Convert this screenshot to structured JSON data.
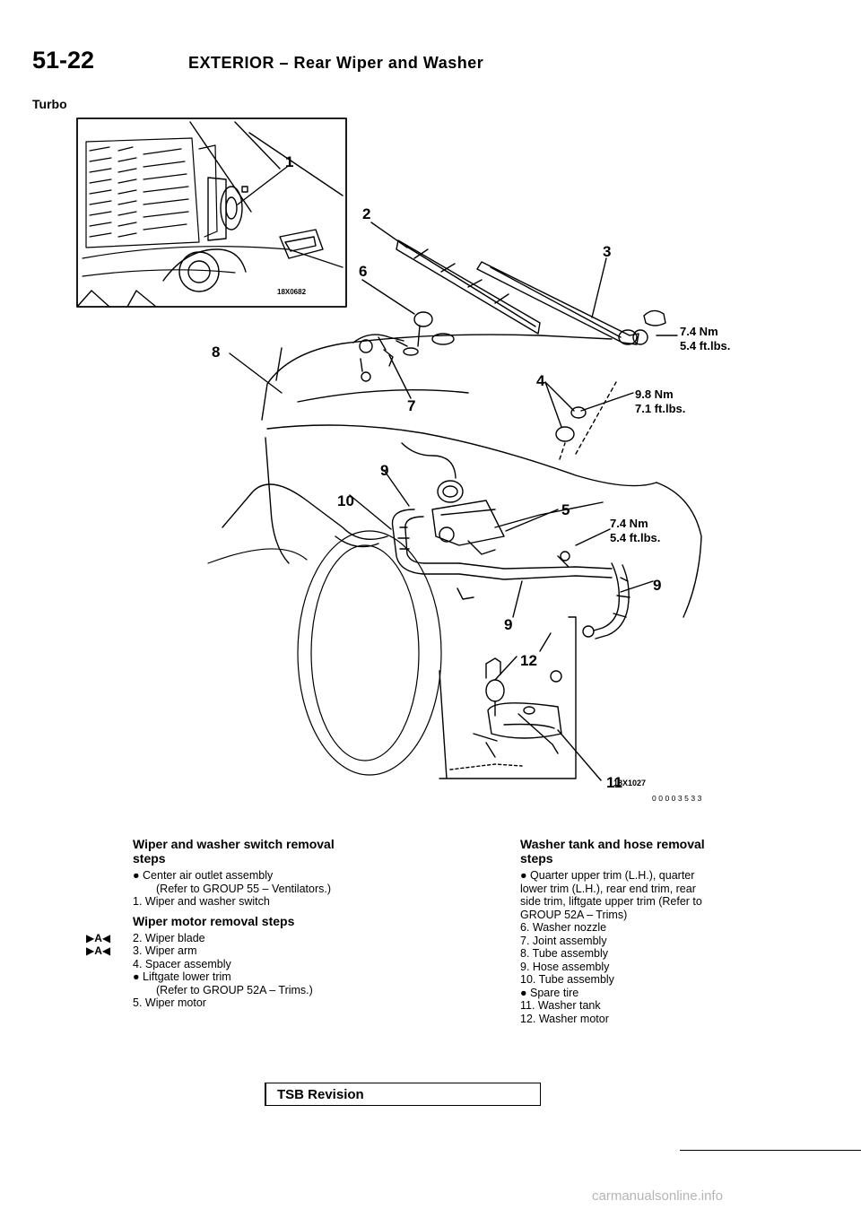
{
  "header": {
    "page_number": "51-22",
    "title": "EXTERIOR – Rear Wiper and Washer"
  },
  "section_label": "Turbo",
  "figure": {
    "inset_code": "18X0682",
    "figure_code": "18X1027",
    "image_code": "00003533",
    "callouts": [
      "1",
      "2",
      "3",
      "4",
      "5",
      "6",
      "7",
      "8",
      "9",
      "9",
      "9",
      "10",
      "11",
      "12"
    ],
    "torques": [
      {
        "nm": "7.4 Nm",
        "ftlbs": "5.4 ft.lbs."
      },
      {
        "nm": "9.8 Nm",
        "ftlbs": "7.1 ft.lbs."
      },
      {
        "nm": "7.4 Nm",
        "ftlbs": "5.4 ft.lbs."
      }
    ]
  },
  "left_column": {
    "switch_heading": "Wiper and washer switch removal",
    "switch_heading_2": "steps",
    "switch_steps": [
      "●  Center air outlet assembly",
      "(Refer to GROUP 55 – Ventilators.)",
      "1.  Wiper and washer switch"
    ],
    "motor_heading": "Wiper motor removal steps",
    "tag": "▶A◀",
    "motor_steps": [
      "2.  Wiper blade",
      "3.  Wiper arm",
      "4.  Spacer assembly",
      "● Liftgate lower trim",
      "(Refer to GROUP 52A – Trims.)",
      "5.  Wiper motor"
    ]
  },
  "right_column": {
    "heading": "Washer tank and hose removal",
    "heading_2": "steps",
    "steps": [
      "●  Quarter upper trim (L.H.), quarter",
      "lower trim (L.H.), rear end trim, rear",
      "side trim, liftgate upper trim (Refer to",
      "GROUP 52A – Trims)",
      "6.  Washer nozzle",
      "7.  Joint assembly",
      "8.  Tube assembly",
      "9.  Hose assembly",
      "10.  Tube assembly",
      "●  Spare tire",
      "11.  Washer tank",
      "12.  Washer motor"
    ]
  },
  "footer": {
    "tsb_label": "TSB Revision",
    "watermark": "carmanualsonline.info"
  }
}
